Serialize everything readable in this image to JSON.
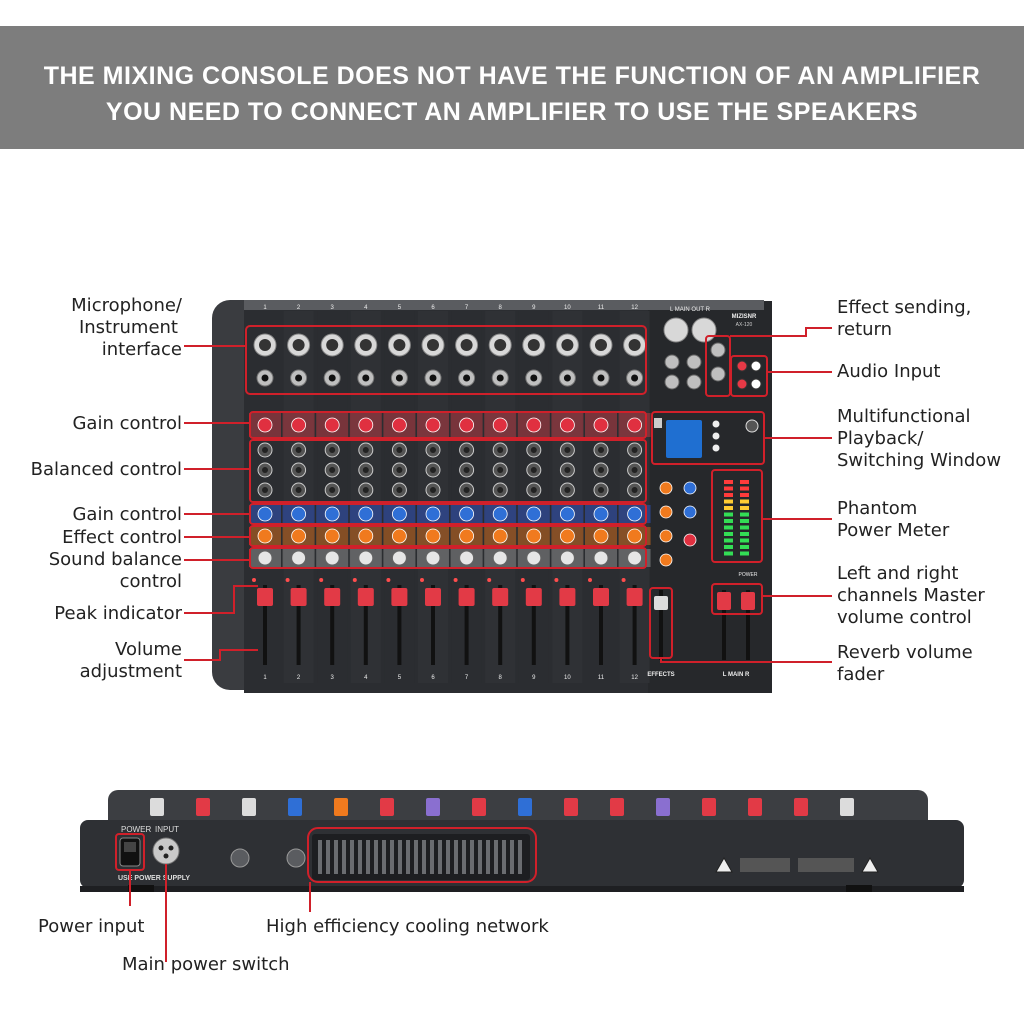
{
  "banner": {
    "line1": "THE MIXING CONSOLE DOES NOT HAVE THE FUNCTION OF AN AMPLIFIER",
    "line2": "YOU NEED TO CONNECT AN AMPLIFIER TO USE THE SPEAKERS"
  },
  "labels_left": {
    "mic_line1": "Microphone/",
    "mic_line2": "Instrument",
    "mic_line3": "interface",
    "gain1": "Gain control",
    "balanced": "Balanced control",
    "gain2": "Gain control",
    "effect": "Effect control",
    "sound_line1": "Sound balance",
    "sound_line2": "control",
    "peak": "Peak indicator",
    "volume_line1": "Volume",
    "volume_line2": "adjustment"
  },
  "labels_right": {
    "effect_send_line1": "Effect sending,",
    "effect_send_line2": "return",
    "audio_input": "Audio Input",
    "multi_line1": "Multifunctional",
    "multi_line2": "Playback/",
    "multi_line3": "Switching Window",
    "phantom_line1": "Phantom",
    "phantom_line2": "Power Meter",
    "master_line1": "Left and right",
    "master_line2": "channels Master",
    "master_line3": "volume control",
    "reverb_line1": "Reverb volume",
    "reverb_line2": "fader"
  },
  "labels_bottom": {
    "power_input": "Power input",
    "cooling": "High efficiency cooling network",
    "main_switch": "Main power switch"
  },
  "console": {
    "brand": "MIZISNR",
    "model": "AX-120",
    "main_out": "L  MAIN OUT  R",
    "effects": "EFFECTS",
    "main": "L  MAIN  R",
    "power": "POWER",
    "input": "INPUT",
    "use_power_supply": "USE POWER SUPPLY",
    "channels": [
      "1",
      "2",
      "3",
      "4",
      "5",
      "6",
      "7",
      "8",
      "9",
      "10",
      "11",
      "12"
    ]
  },
  "colors": {
    "banner": "#7d7d7d",
    "callout": "#d0202a",
    "panel": "#2b2d31",
    "gain_knob": "#e03040",
    "aux_knob": "#2f6fd6",
    "fx_knob": "#f07a1e"
  }
}
